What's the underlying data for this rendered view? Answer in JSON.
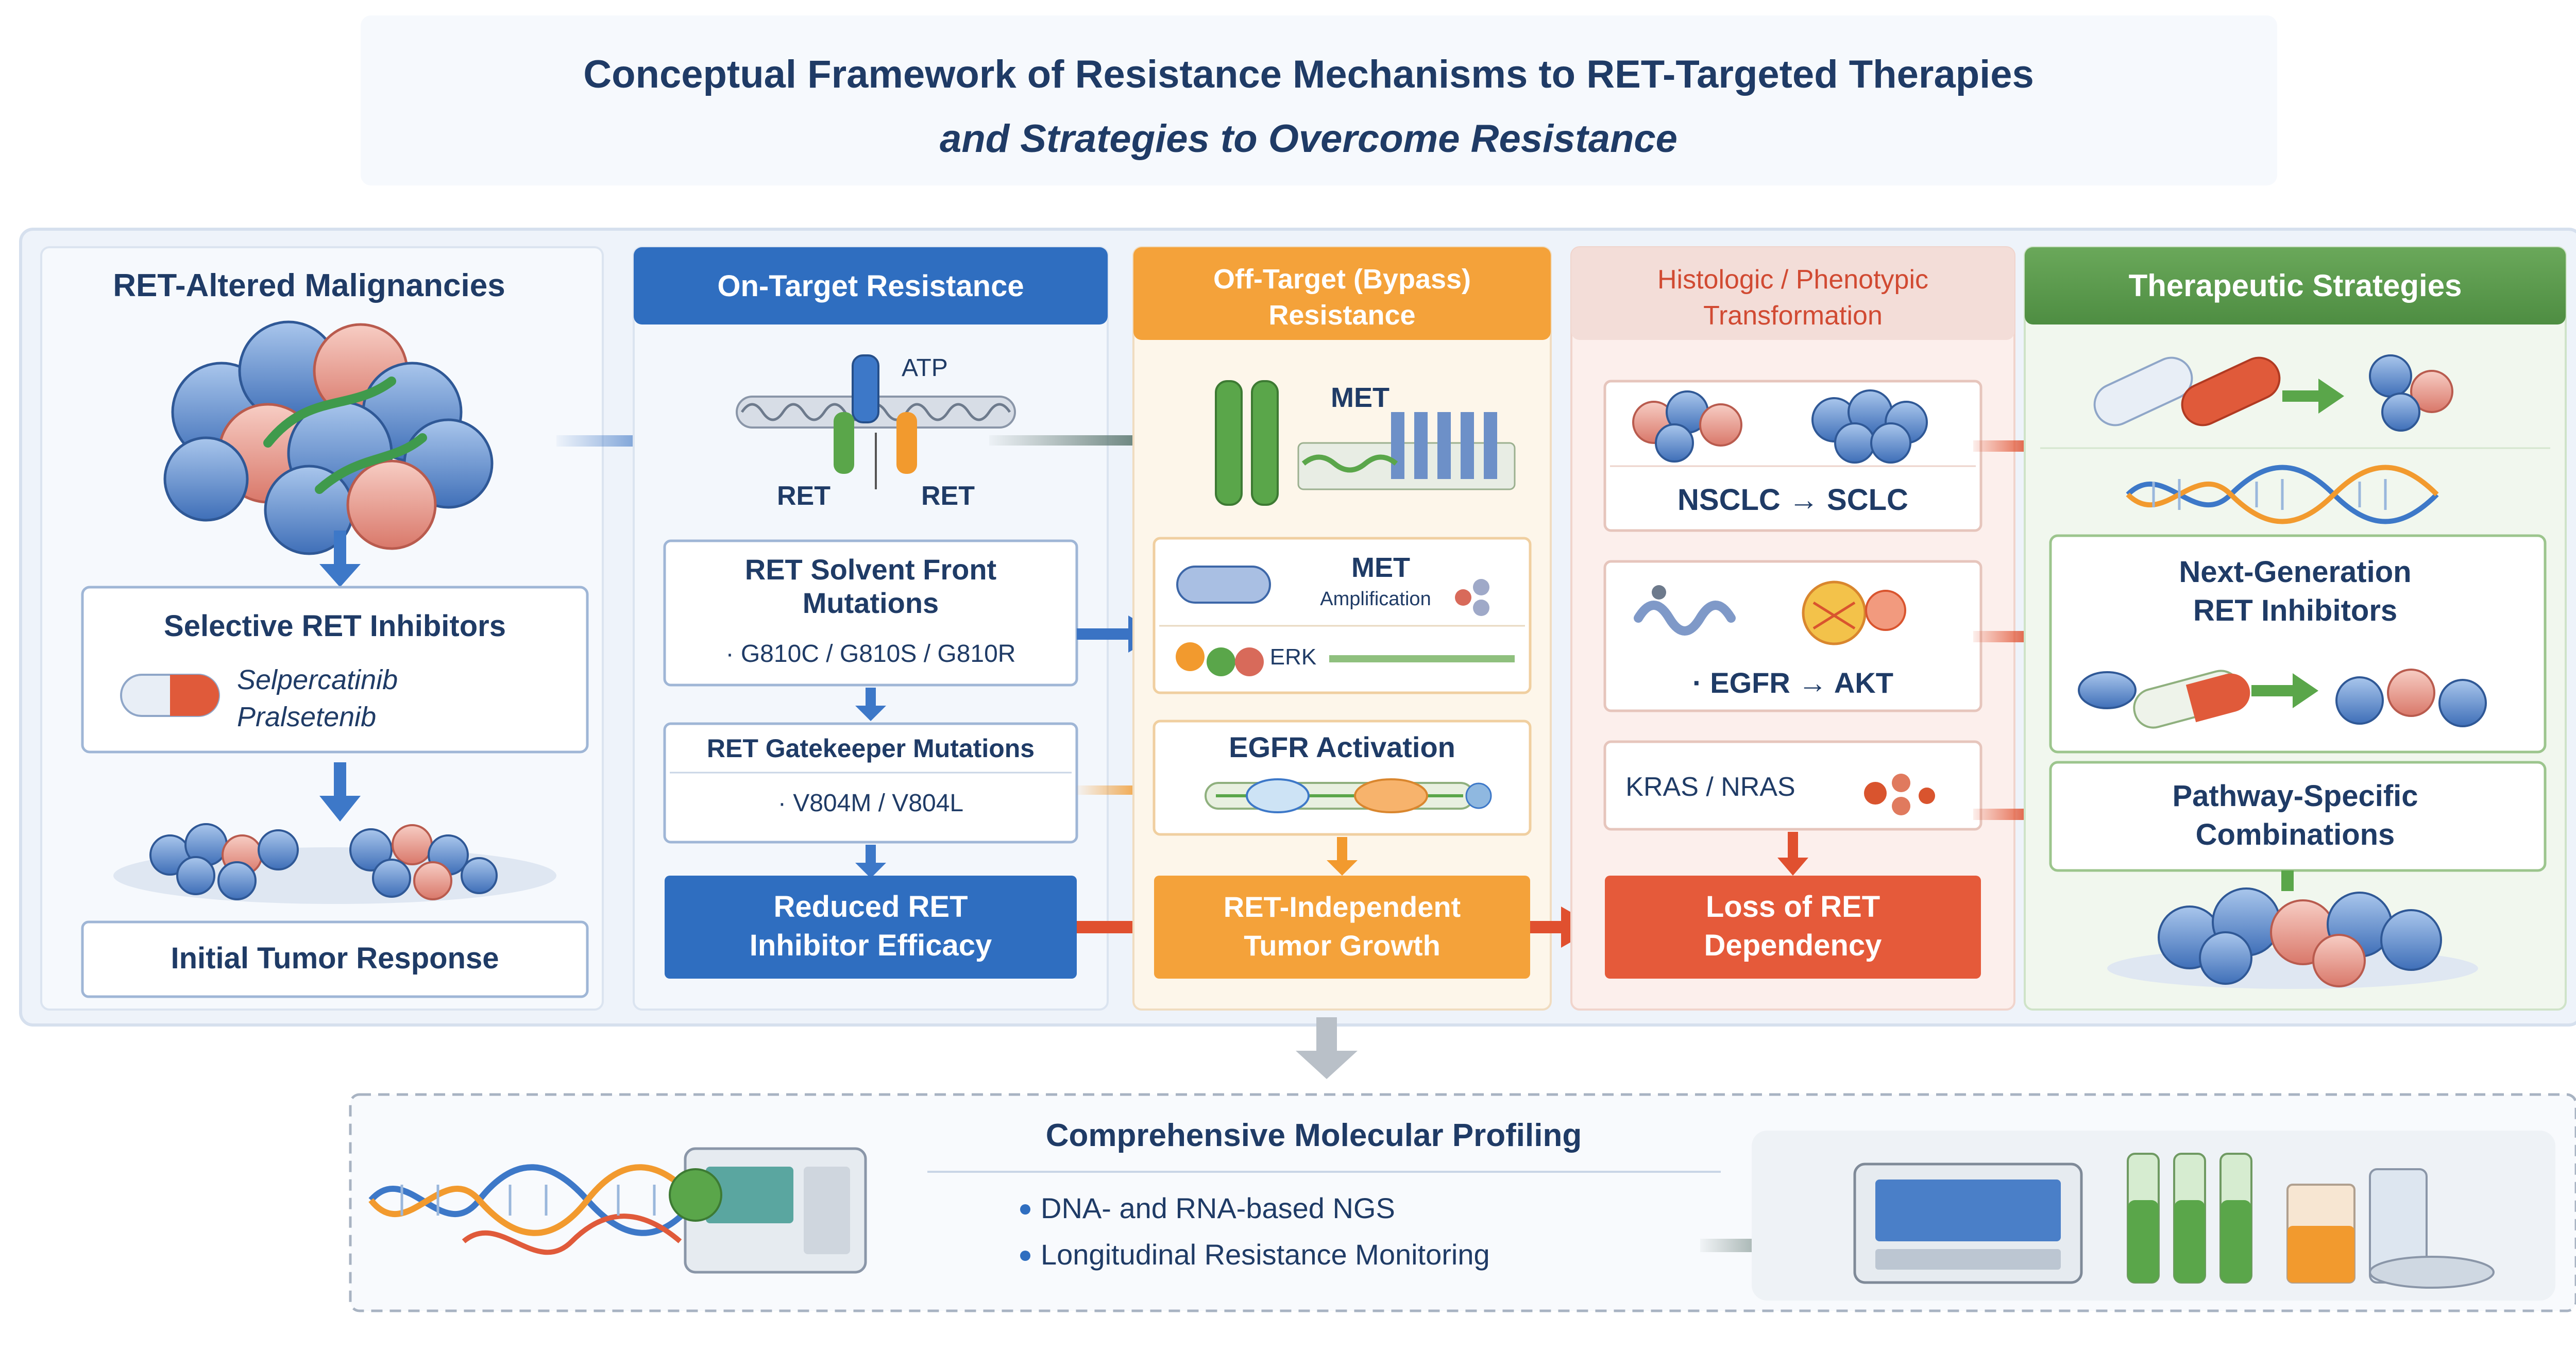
{
  "title": {
    "line1": "Conceptual Framework of Resistance Mechanisms to RET-Targeted Therapies",
    "line2": "and Strategies to Overcome Resistance"
  },
  "col1": {
    "header": "RET-Altered Malignancies",
    "inhibitors_title": "Selective RET Inhibitors",
    "drug1": "Selpercatinib",
    "drug2": "Pralsetenib",
    "response": "Initial Tumor Response"
  },
  "col2": {
    "header": "On-Target Resistance",
    "atp": "ATP",
    "ret_left": "RET",
    "ret_right": "RET",
    "solvent_title1": "RET Solvent Front",
    "solvent_title2": "Mutations",
    "solvent_mut": "· G810C / G810S / G810R",
    "gate_title": "RET Gatekeeper Mutations",
    "gate_mut": "· V804M / V804L",
    "reduced1": "Reduced RET",
    "reduced2": "Inhibitor Efficacy"
  },
  "col3": {
    "header1": "Off-Target (Bypass)",
    "header2": "Resistance",
    "met": "MET",
    "met_amp_title": "MET",
    "met_amp_sub": "Amplification",
    "erk": "ERK",
    "egfr": "EGFR Activation",
    "indep1": "RET-Independent",
    "indep2": "Tumor Growth"
  },
  "col4": {
    "header1": "Histologic / Phenotypic",
    "header2": "Transformation",
    "nsclc": "NSCLC → SCLC",
    "egfr_akt": "· EGFR → AKT",
    "kras": "KRAS / NRAS",
    "loss1": "Loss of RET",
    "loss2": "Dependency"
  },
  "col5": {
    "header": "Therapeutic Strategies",
    "nextgen1": "Next-Generation",
    "nextgen2": "RET Inhibitors",
    "pathway1": "Pathway-Specific",
    "pathway2": "Combinations"
  },
  "profiling": {
    "title": "Comprehensive Molecular Profiling",
    "bullet1": "DNA- and RNA-based NGS",
    "bullet2": "Longitudinal Resistance Monitoring"
  },
  "colors": {
    "on_target": "#2f6ec0",
    "off_target": "#f4a23a",
    "histologic": "#e55a3a",
    "therapeutic": "#5aa64a",
    "text_navy": "#1f3b66"
  }
}
